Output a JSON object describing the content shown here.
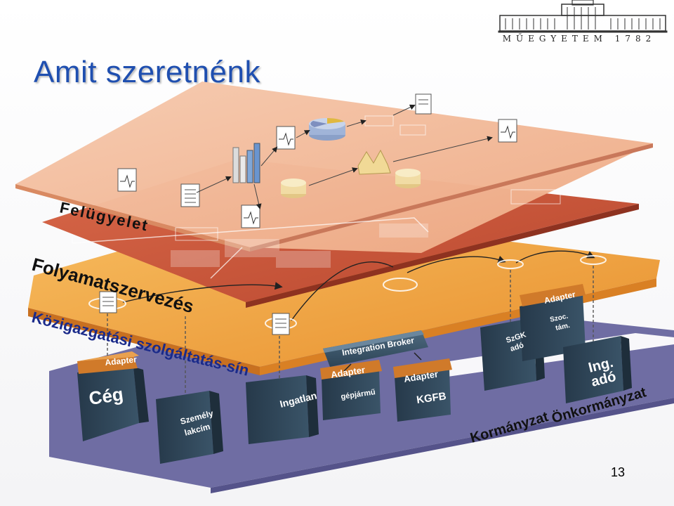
{
  "slide": {
    "title": "Amit szeretnénk",
    "page_number": "13"
  },
  "logo": {
    "text": "MŰEGYETEM 1782"
  },
  "layers": {
    "felugyelet": "Felügyelet",
    "folyamat": "Folyamatszervezés",
    "sin": "Közigazgatási szolgáltatás-sín"
  },
  "broker": "Integration Broker",
  "adapters": {
    "ceg": "Adapter",
    "gepjarmu": "Adapter",
    "kgfb": "Adapter",
    "szoc": "Adapter"
  },
  "boxes": {
    "ceg": "Cég",
    "szemely_1": "Személy",
    "szemely_2": "lakcím",
    "ingatlan": "Ingatlan",
    "gepjarmu": "gépjármű",
    "kgfb": "KGFB",
    "szgk_1": "SzGK",
    "szgk_2": "adó",
    "szoc_1": "Szoc.",
    "szoc_2": "tám.",
    "ingado_1": "Ing.",
    "ingado_2": "adó"
  },
  "base_labels": {
    "kormanyzat": "Kormányzat",
    "onkormanyzat": "Önkormányzat"
  },
  "colors": {
    "title": "#1f4fb0",
    "top_layer": "#f2b896",
    "mid_layer": "#c85a3c",
    "bus_layer": "#f0a040",
    "base_floor": "#6c6aa0",
    "box": "#2e4555",
    "adapter": "#d07a2a"
  }
}
